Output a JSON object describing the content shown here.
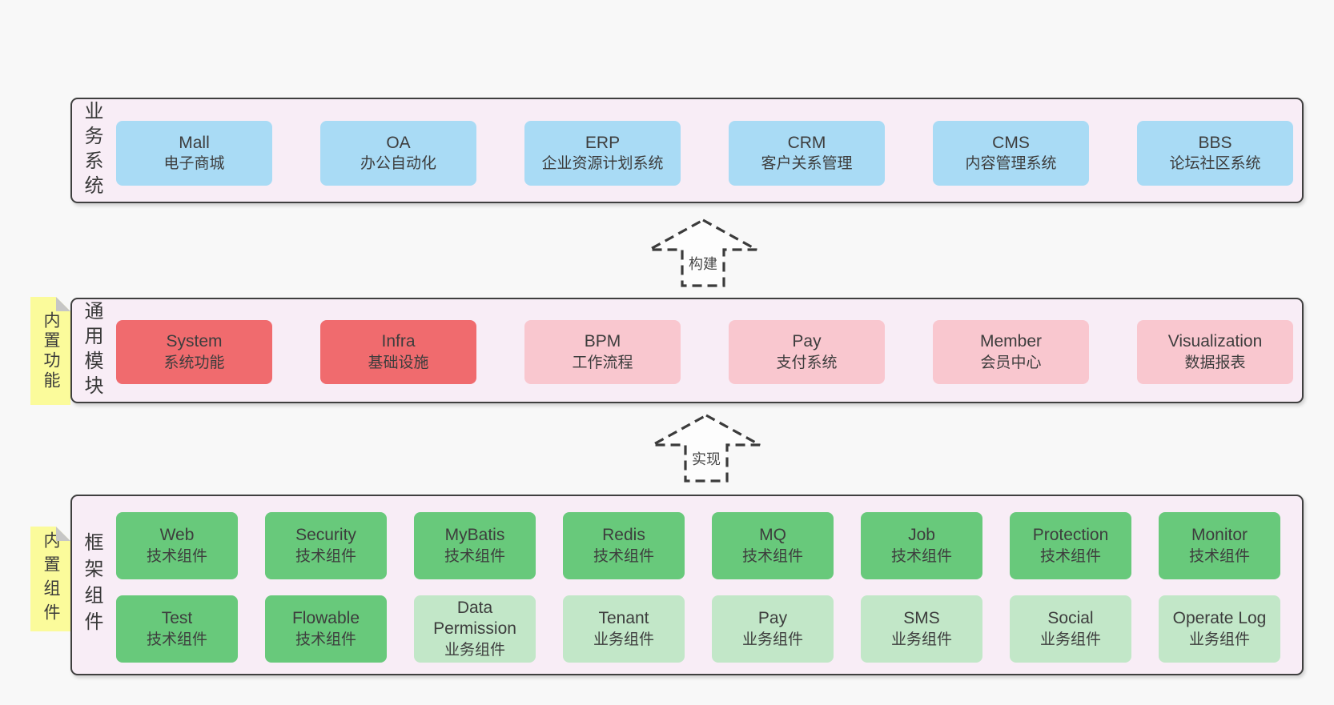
{
  "panels": {
    "business": {
      "label": "业务系统",
      "boxes": [
        {
          "en": "Mall",
          "zh": "电子商城"
        },
        {
          "en": "OA",
          "zh": "办公自动化"
        },
        {
          "en": "ERP",
          "zh": "企业资源计划系统"
        },
        {
          "en": "CRM",
          "zh": "客户关系管理"
        },
        {
          "en": "CMS",
          "zh": "内容管理系统"
        },
        {
          "en": "BBS",
          "zh": "论坛社区系统"
        }
      ]
    },
    "modules": {
      "label": "通用模块",
      "note": "内置功能",
      "boxes": [
        {
          "en": "System",
          "zh": "系统功能",
          "variant": "red"
        },
        {
          "en": "Infra",
          "zh": "基础设施",
          "variant": "red"
        },
        {
          "en": "BPM",
          "zh": "工作流程",
          "variant": "pink"
        },
        {
          "en": "Pay",
          "zh": "支付系统",
          "variant": "pink"
        },
        {
          "en": "Member",
          "zh": "会员中心",
          "variant": "pink"
        },
        {
          "en": "Visualization",
          "zh": "数据报表",
          "variant": "pink"
        }
      ]
    },
    "components": {
      "label": "框架组件",
      "note": "内置组件",
      "rows": [
        [
          {
            "en": "Web",
            "zh": "技术组件",
            "variant": "green"
          },
          {
            "en": "Security",
            "zh": "技术组件",
            "variant": "green"
          },
          {
            "en": "MyBatis",
            "zh": "技术组件",
            "variant": "green"
          },
          {
            "en": "Redis",
            "zh": "技术组件",
            "variant": "green"
          },
          {
            "en": "MQ",
            "zh": "技术组件",
            "variant": "green"
          },
          {
            "en": "Job",
            "zh": "技术组件",
            "variant": "green"
          },
          {
            "en": "Protection",
            "zh": "技术组件",
            "variant": "green"
          },
          {
            "en": "Monitor",
            "zh": "技术组件",
            "variant": "green"
          }
        ],
        [
          {
            "en": "Test",
            "zh": "技术组件",
            "variant": "green"
          },
          {
            "en": "Flowable",
            "zh": "技术组件",
            "variant": "green"
          },
          {
            "en": "Data Permission",
            "zh": "业务组件",
            "variant": "lightgreen"
          },
          {
            "en": "Tenant",
            "zh": "业务组件",
            "variant": "lightgreen"
          },
          {
            "en": "Pay",
            "zh": "业务组件",
            "variant": "lightgreen"
          },
          {
            "en": "SMS",
            "zh": "业务组件",
            "variant": "lightgreen"
          },
          {
            "en": "Social",
            "zh": "业务组件",
            "variant": "lightgreen"
          },
          {
            "en": "Operate Log",
            "zh": "业务组件",
            "variant": "lightgreen"
          }
        ]
      ]
    }
  },
  "arrows": [
    {
      "label": "构建"
    },
    {
      "label": "实现"
    }
  ],
  "colors": {
    "pageBg": "#f8f8f8",
    "panelBg": "#f8edf6",
    "panelBorder": "#3f3f3f",
    "blue": "#a9dbf5",
    "red": "#f06b6e",
    "pink": "#f9c7cf",
    "green": "#68c97b",
    "lightgreen": "#c2e7c8",
    "noteYellow": "#fbfb9b",
    "noteFold": "#c6c6c6"
  }
}
